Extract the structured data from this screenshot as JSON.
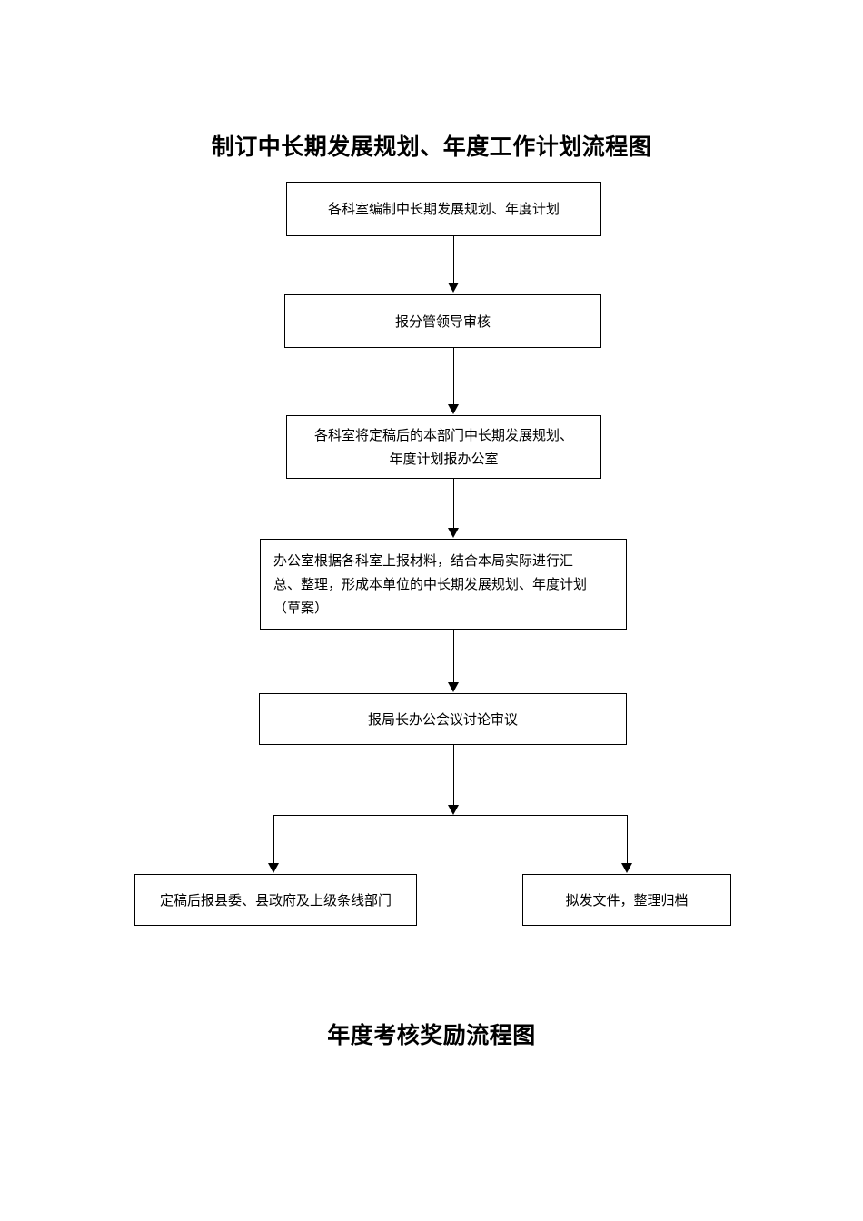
{
  "document": {
    "titles": {
      "top": "制订中长期发展规划、年度工作计划流程图",
      "bottom": "年度考核奖励流程图"
    }
  },
  "flowchart": {
    "type": "flowchart",
    "orientation": "top-to-bottom",
    "nodes": [
      {
        "id": "n1",
        "label": "各科室编制中长期发展规划、年度计划"
      },
      {
        "id": "n2",
        "label": "报分管领导审核"
      },
      {
        "id": "n3",
        "label": "各科室将定稿后的本部门中长期发展规划、\n年度计划报办公室"
      },
      {
        "id": "n4",
        "label": "办公室根据各科室上报材料，结合本局实际进行汇\n总、整理，形成本单位的中长期发展规划、年度计划\n（草案）"
      },
      {
        "id": "n5",
        "label": "报局长办公会议讨论审议"
      },
      {
        "id": "n6",
        "label": "定稿后报县委、县政府及上级条线部门"
      },
      {
        "id": "n7",
        "label": "拟发文件，整理归档"
      }
    ],
    "edges": [
      {
        "from": "n1",
        "to": "n2",
        "style": "arrow"
      },
      {
        "from": "n2",
        "to": "n3",
        "style": "arrow"
      },
      {
        "from": "n3",
        "to": "n4",
        "style": "arrow"
      },
      {
        "from": "n4",
        "to": "n5",
        "style": "arrow"
      },
      {
        "from": "n5",
        "to": "split",
        "style": "arrow"
      },
      {
        "from": "split",
        "to": "n6",
        "style": "arrow"
      },
      {
        "from": "split",
        "to": "n7",
        "style": "arrow"
      }
    ],
    "colors": {
      "line": "#000000",
      "box_fill": "#ffffff",
      "text": "#000000"
    }
  }
}
